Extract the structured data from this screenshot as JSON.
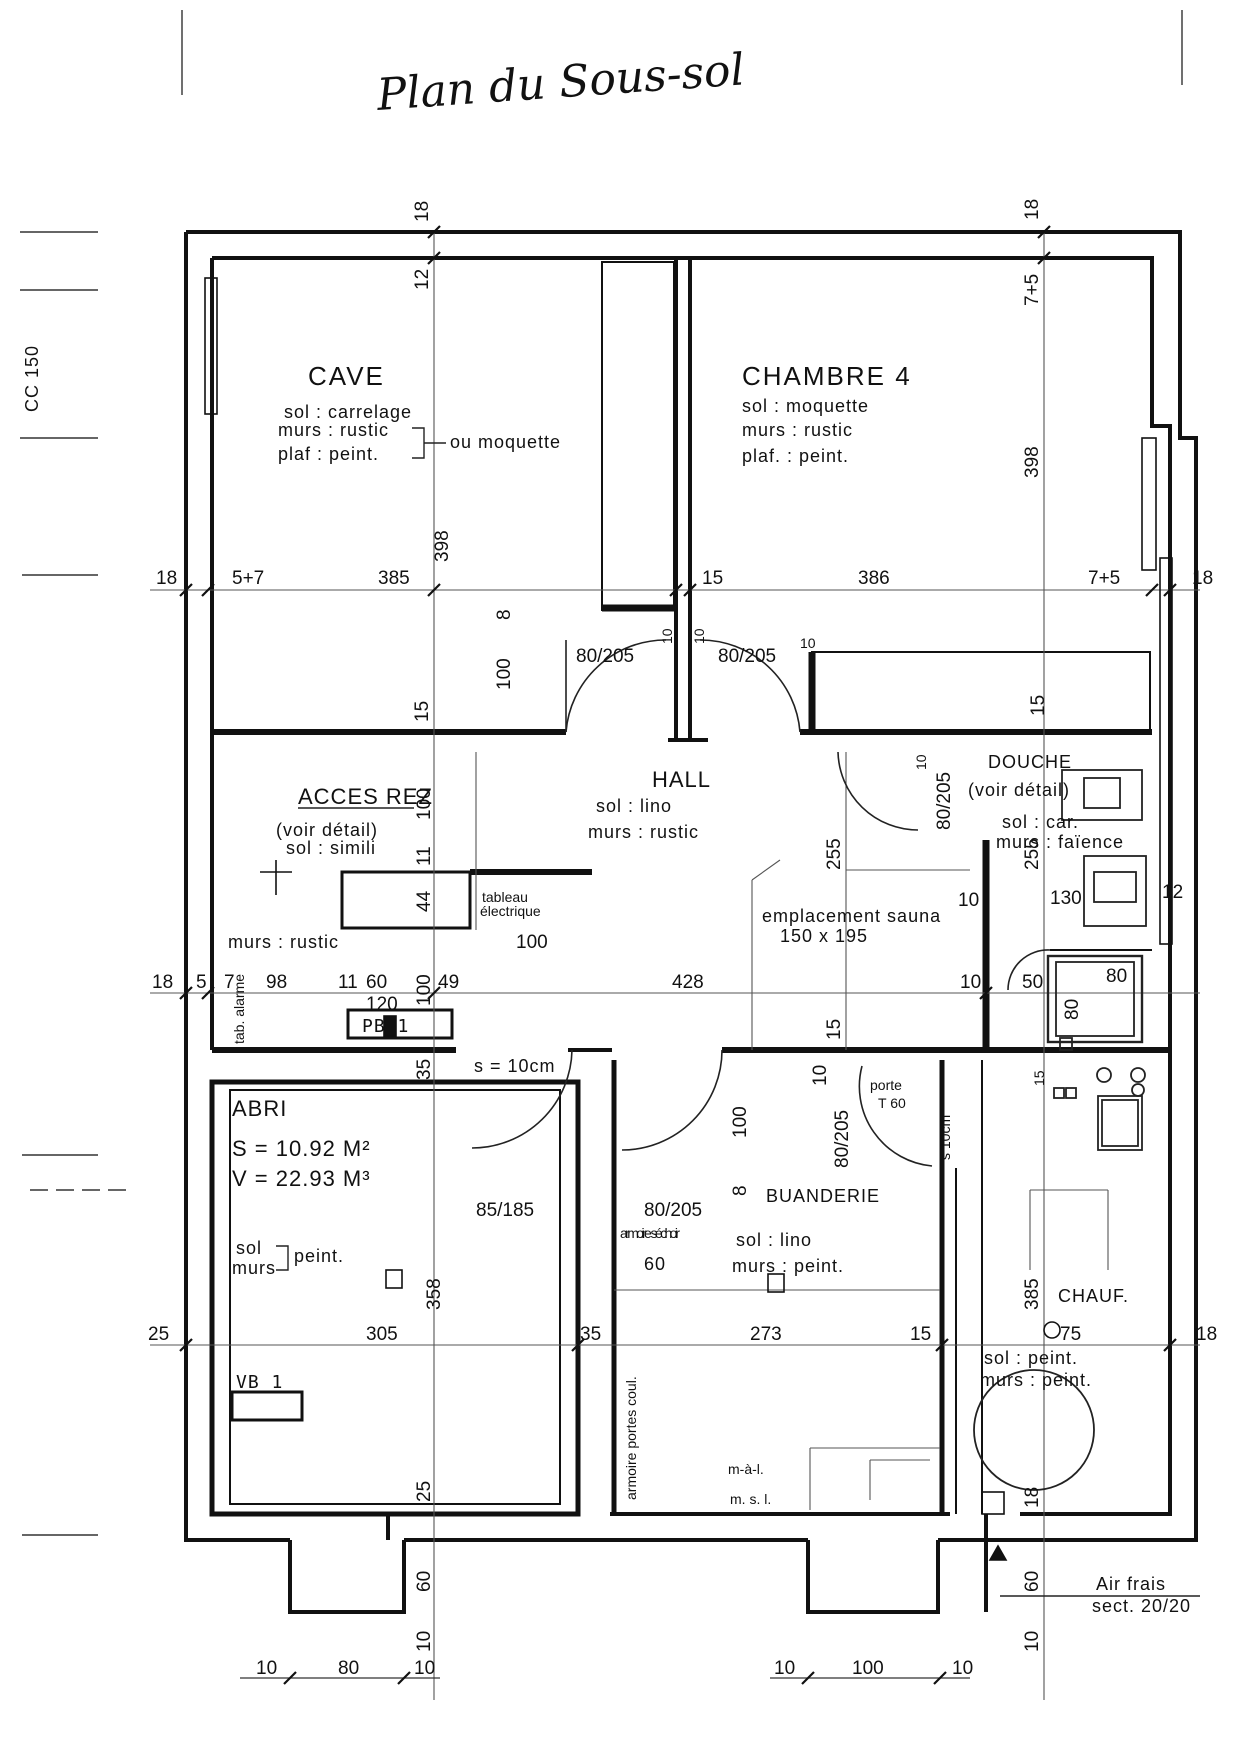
{
  "title": "Plan du Sous-sol",
  "margin_note": "CC 150",
  "rooms": {
    "cave": {
      "name": "CAVE",
      "sol": "sol : carrelage",
      "murs": "murs : rustic",
      "plaf": "plaf : peint.",
      "note": "ou moquette"
    },
    "chambre4": {
      "name": "CHAMBRE 4",
      "sol": "sol : moquette",
      "murs": "murs : rustic",
      "plaf": "plaf. : peint."
    },
    "hall": {
      "name": "HALL",
      "sol": "sol : lino",
      "murs": "murs : rustic"
    },
    "acces": {
      "name": "ACCES REZ",
      "detail": "(voir détail)",
      "sol": "sol : simili",
      "murs": "murs : rustic",
      "tableau": "tableau",
      "electrique": "électrique",
      "alarme": "tab. alarme",
      "pb": "PB 1"
    },
    "douche": {
      "name": "DOUCHE",
      "detail": "(voir détail)",
      "sol": "sol : car.",
      "murs": "murs : faïence"
    },
    "sauna": {
      "line1": "emplacement sauna",
      "line2": "150 x 195"
    },
    "abri": {
      "name": "ABRI",
      "surface": "S = 10.92 M²",
      "volume": "V = 22.93 M³",
      "sol": "sol",
      "murs": "murs",
      "finish": "peint.",
      "vb": "VB 1",
      "door_note": "s = 10cm"
    },
    "buanderie": {
      "name": "BUANDERIE",
      "sol": "sol : lino",
      "murs": "murs : peint.",
      "armoire_sechoir": "armoire séchoir",
      "armoire_size": "60",
      "armoire_coul": "armoire portes coul.",
      "mal": "m-à-l.",
      "msl": "m. s. l.",
      "porte": "porte",
      "porte_type": "T 60",
      "s10": "s 10cm"
    },
    "chauf": {
      "name": "CHAUF.",
      "sol": "sol : peint.",
      "murs": "murs : peint."
    },
    "air": {
      "line1": "Air frais",
      "line2": "sect. 20/20"
    }
  },
  "doors": [
    "80/205",
    "80/205",
    "80/205",
    "80/205",
    "85/185",
    "80/205"
  ],
  "dims": {
    "top_left_v": [
      "18",
      "12",
      "398",
      "100",
      "15"
    ],
    "top_right_v": [
      "18",
      "7+5",
      "398",
      "15"
    ],
    "row1": [
      "18",
      "5+7",
      "385",
      "15",
      "386",
      "7+5",
      "18"
    ],
    "row2": [
      "18",
      "5",
      "7",
      "98",
      "11",
      "60",
      "120",
      "100",
      "49",
      "428",
      "10",
      "50",
      "80"
    ],
    "row3": [
      "25",
      "305",
      "35",
      "273",
      "15",
      "75",
      "18"
    ],
    "mid_v": [
      "11",
      "44",
      "100",
      "35",
      "358",
      "25",
      "60",
      "10",
      "255",
      "15",
      "10",
      "100",
      "385",
      "18",
      "60",
      "10",
      "255",
      "10",
      "12",
      "130"
    ],
    "hall_v": [
      "10",
      "10",
      "10",
      "8",
      "8",
      "10",
      "15"
    ],
    "bottom_left": [
      "10",
      "80",
      "10"
    ],
    "bottom_right": [
      "10",
      "100",
      "10"
    ],
    "misc": [
      "100",
      "60",
      "80"
    ]
  }
}
